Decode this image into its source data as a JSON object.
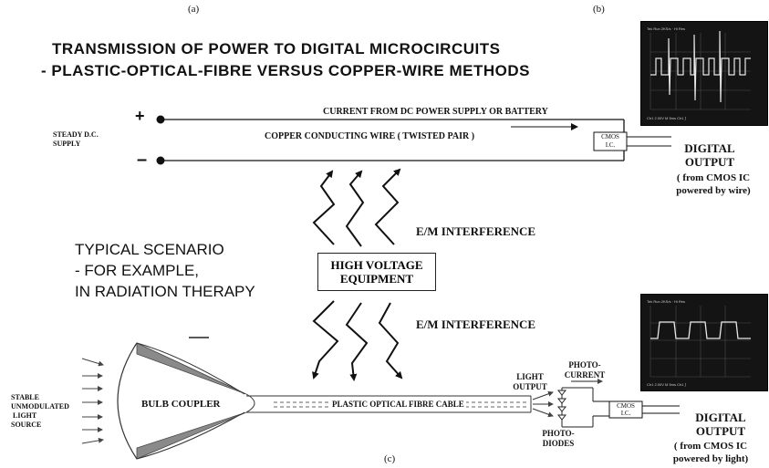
{
  "panel_labels": {
    "a": "(a)",
    "b": "(b)",
    "c": "(c)"
  },
  "title": {
    "line1": "TRANSMISSION OF POWER TO DIGITAL MICROCIRCUITS",
    "line2": "- PLASTIC-OPTICAL-FIBRE VERSUS COPPER-WIRE METHODS"
  },
  "copper": {
    "plus": "+",
    "minus": "–",
    "supply_line1": "STEADY D.C.",
    "supply_line2": "SUPPLY",
    "current_label": "CURRENT  FROM DC POWER SUPPLY OR  BATTERY",
    "wire_label": "COPPER CONDUCTING  WIRE ( TWISTED PAIR )",
    "cmos_line1": "CMOS",
    "cmos_line2": "I.C.",
    "output_title1": "DIGITAL",
    "output_title2": "OUTPUT",
    "output_note1": "( from CMOS IC",
    "output_note2": "powered by wire)"
  },
  "scenario": {
    "line1": "TYPICAL SCENARIO",
    "line2": "- FOR EXAMPLE,",
    "line3": "IN RADIATION THERAPY"
  },
  "interference": {
    "upper": "E/M   INTERFERENCE",
    "lower": "E/M   INTERFERENCE"
  },
  "equipment": {
    "line1": "HIGH VOLTAGE",
    "line2": "EQUIPMENT"
  },
  "fibre": {
    "source_line1": "STABLE",
    "source_line2": "UNMODULATED",
    "source_line3": "LIGHT",
    "source_line4": "SOURCE",
    "coupler_label": "BULB   COUPLER",
    "cable_label": "PLASTIC OPTICAL FIBRE CABLE",
    "light_output1": "LIGHT",
    "light_output2": "OUTPUT",
    "photocurrent1": "PHOTO-",
    "photocurrent2": "CURRENT",
    "photodiodes1": "PHOTO-",
    "photodiodes2": "DIODES",
    "cmos_line1": "CMOS",
    "cmos_line2": "I.C.",
    "output_title1": "DIGITAL",
    "output_title2": "OUTPUT",
    "output_note1": "( from CMOS IC",
    "output_note2": "powered by light)"
  },
  "colors": {
    "ink": "#111111",
    "scope_bg": "#141414",
    "scope_grid": "#4a4a4a",
    "trace": "#e8e8e8",
    "coupler_fill": "#8a8a8a"
  }
}
